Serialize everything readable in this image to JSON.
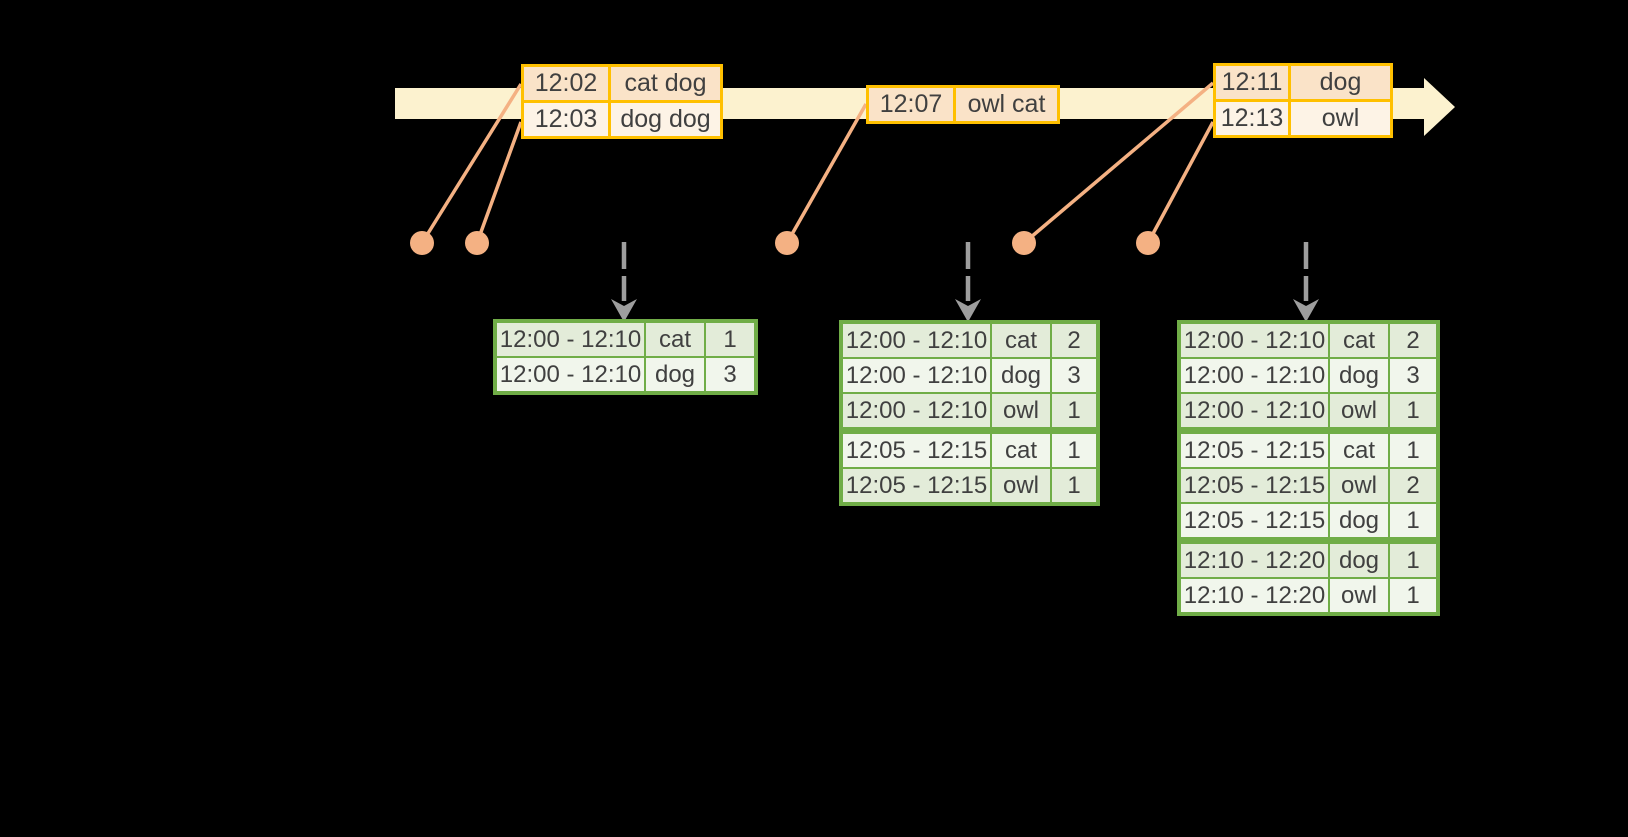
{
  "colors": {
    "background": "#000000",
    "timeline_band": "#fcf2cf",
    "event_table_border": "#ffc000",
    "event_row_dark": "#fae3c8",
    "event_row_light": "#fdf3e6",
    "connector_salmon": "#f4b183",
    "trigger_arrow_gray": "#9e9e9e",
    "result_table_border": "#70ad47",
    "result_row_dark": "#e3ecd9",
    "result_row_light": "#f1f6ec",
    "text": "#404040"
  },
  "timeline": {
    "direction": "left-to-right",
    "arrowhead": "right"
  },
  "event_tables": [
    {
      "rows": [
        [
          "12:02",
          "cat dog"
        ],
        [
          "12:03",
          "dog dog"
        ]
      ]
    },
    {
      "rows": [
        [
          "12:07",
          "owl cat"
        ]
      ]
    },
    {
      "rows": [
        [
          "12:11",
          "dog"
        ],
        [
          "12:13",
          "owl"
        ]
      ]
    }
  ],
  "result_tables": [
    {
      "group_breaks": [],
      "rows": [
        [
          "12:00 - 12:10",
          "cat",
          "1"
        ],
        [
          "12:00 - 12:10",
          "dog",
          "3"
        ]
      ]
    },
    {
      "group_breaks": [
        3
      ],
      "rows": [
        [
          "12:00 - 12:10",
          "cat",
          "2"
        ],
        [
          "12:00 - 12:10",
          "dog",
          "3"
        ],
        [
          "12:00 - 12:10",
          "owl",
          "1"
        ],
        [
          "12:05 - 12:15",
          "cat",
          "1"
        ],
        [
          "12:05 - 12:15",
          "owl",
          "1"
        ]
      ]
    },
    {
      "group_breaks": [
        3,
        6
      ],
      "rows": [
        [
          "12:00 - 12:10",
          "cat",
          "2"
        ],
        [
          "12:00 - 12:10",
          "dog",
          "3"
        ],
        [
          "12:00 - 12:10",
          "owl",
          "1"
        ],
        [
          "12:05 - 12:15",
          "cat",
          "1"
        ],
        [
          "12:05 - 12:15",
          "owl",
          "2"
        ],
        [
          "12:05 - 12:15",
          "dog",
          "1"
        ],
        [
          "12:10 - 12:20",
          "dog",
          "1"
        ],
        [
          "12:10 - 12:20",
          "owl",
          "1"
        ]
      ]
    }
  ]
}
